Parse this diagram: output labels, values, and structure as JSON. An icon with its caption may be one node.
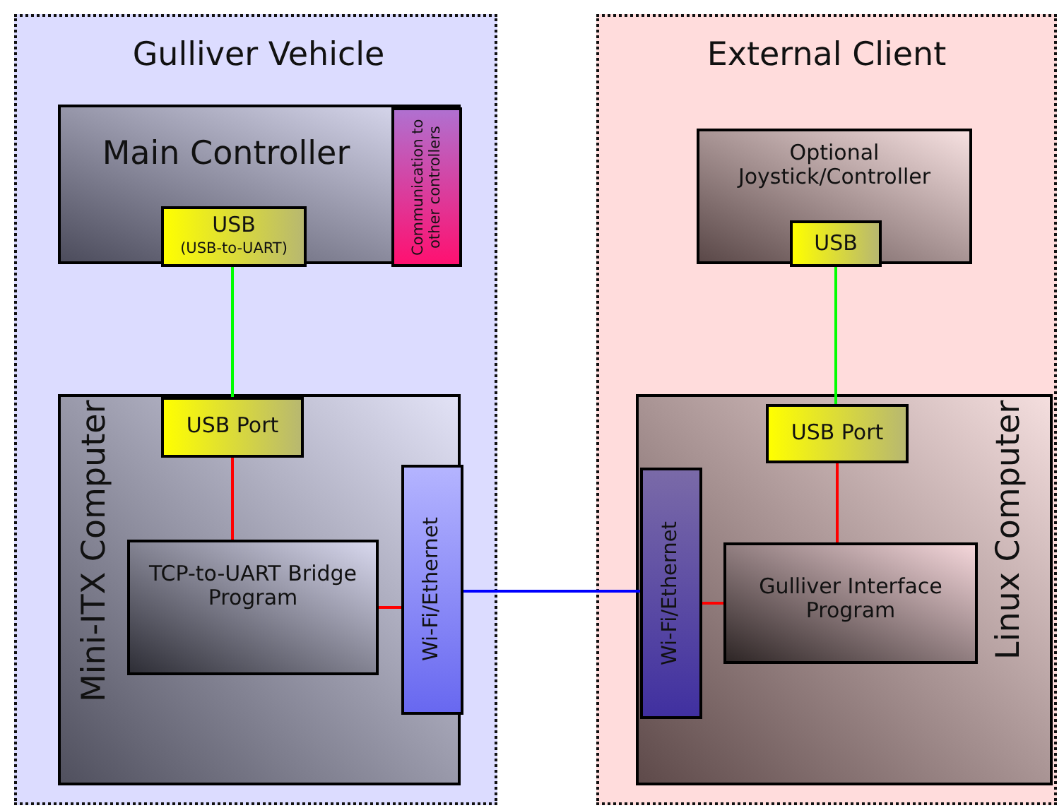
{
  "diagram": {
    "nodes": [
      {
        "text": [
          "Gulliver Vehicle"
        ]
      },
      {
        "text": [
          "Main Controller"
        ],
        "in": 0
      },
      {
        "text": [
          "USB",
          "(USB-to-UART)"
        ],
        "in": 1
      },
      {
        "text": [
          "Communication to other controllers"
        ],
        "in": 1
      },
      {
        "text": [
          "Mini-ITX Computer"
        ],
        "in": 0
      },
      {
        "text": [
          "USB Port"
        ],
        "in": 4
      },
      {
        "text": [
          "TCP-to-UART Bridge Program"
        ],
        "in": 4
      },
      {
        "text": [
          "Wi-Fi/Ethernet"
        ],
        "in": 4
      },
      {
        "text": [
          "External Client"
        ]
      },
      {
        "text": [
          "Optional Joystick/Controller"
        ],
        "in": 8
      },
      {
        "text": [
          "USB"
        ],
        "in": 9
      },
      {
        "text": [
          "Linux Computer"
        ],
        "in": 8
      },
      {
        "text": [
          "USB Port"
        ],
        "in": 11
      },
      {
        "text": [
          "Gulliver Interface Program"
        ],
        "in": 11
      },
      {
        "text": [
          "Wi-Fi/Ethernet"
        ],
        "in": 11
      }
    ],
    "edges": [
      {
        "from": 2,
        "to": 5,
        "arrow": "none",
        "color": "#00ff00"
      },
      {
        "from": 5,
        "to": 6,
        "arrow": "none"
      },
      {
        "from": 6,
        "to": 7,
        "arrow": "none"
      },
      {
        "from": 7,
        "to": 14,
        "arrow": "none",
        "color": "#0000ff"
      },
      {
        "from": 10,
        "to": 12,
        "arrow": "none",
        "color": "#00ff00"
      },
      {
        "from": 12,
        "to": 13,
        "arrow": "none"
      },
      {
        "from": 14,
        "to": 13,
        "arrow": "none"
      }
    ]
  }
}
